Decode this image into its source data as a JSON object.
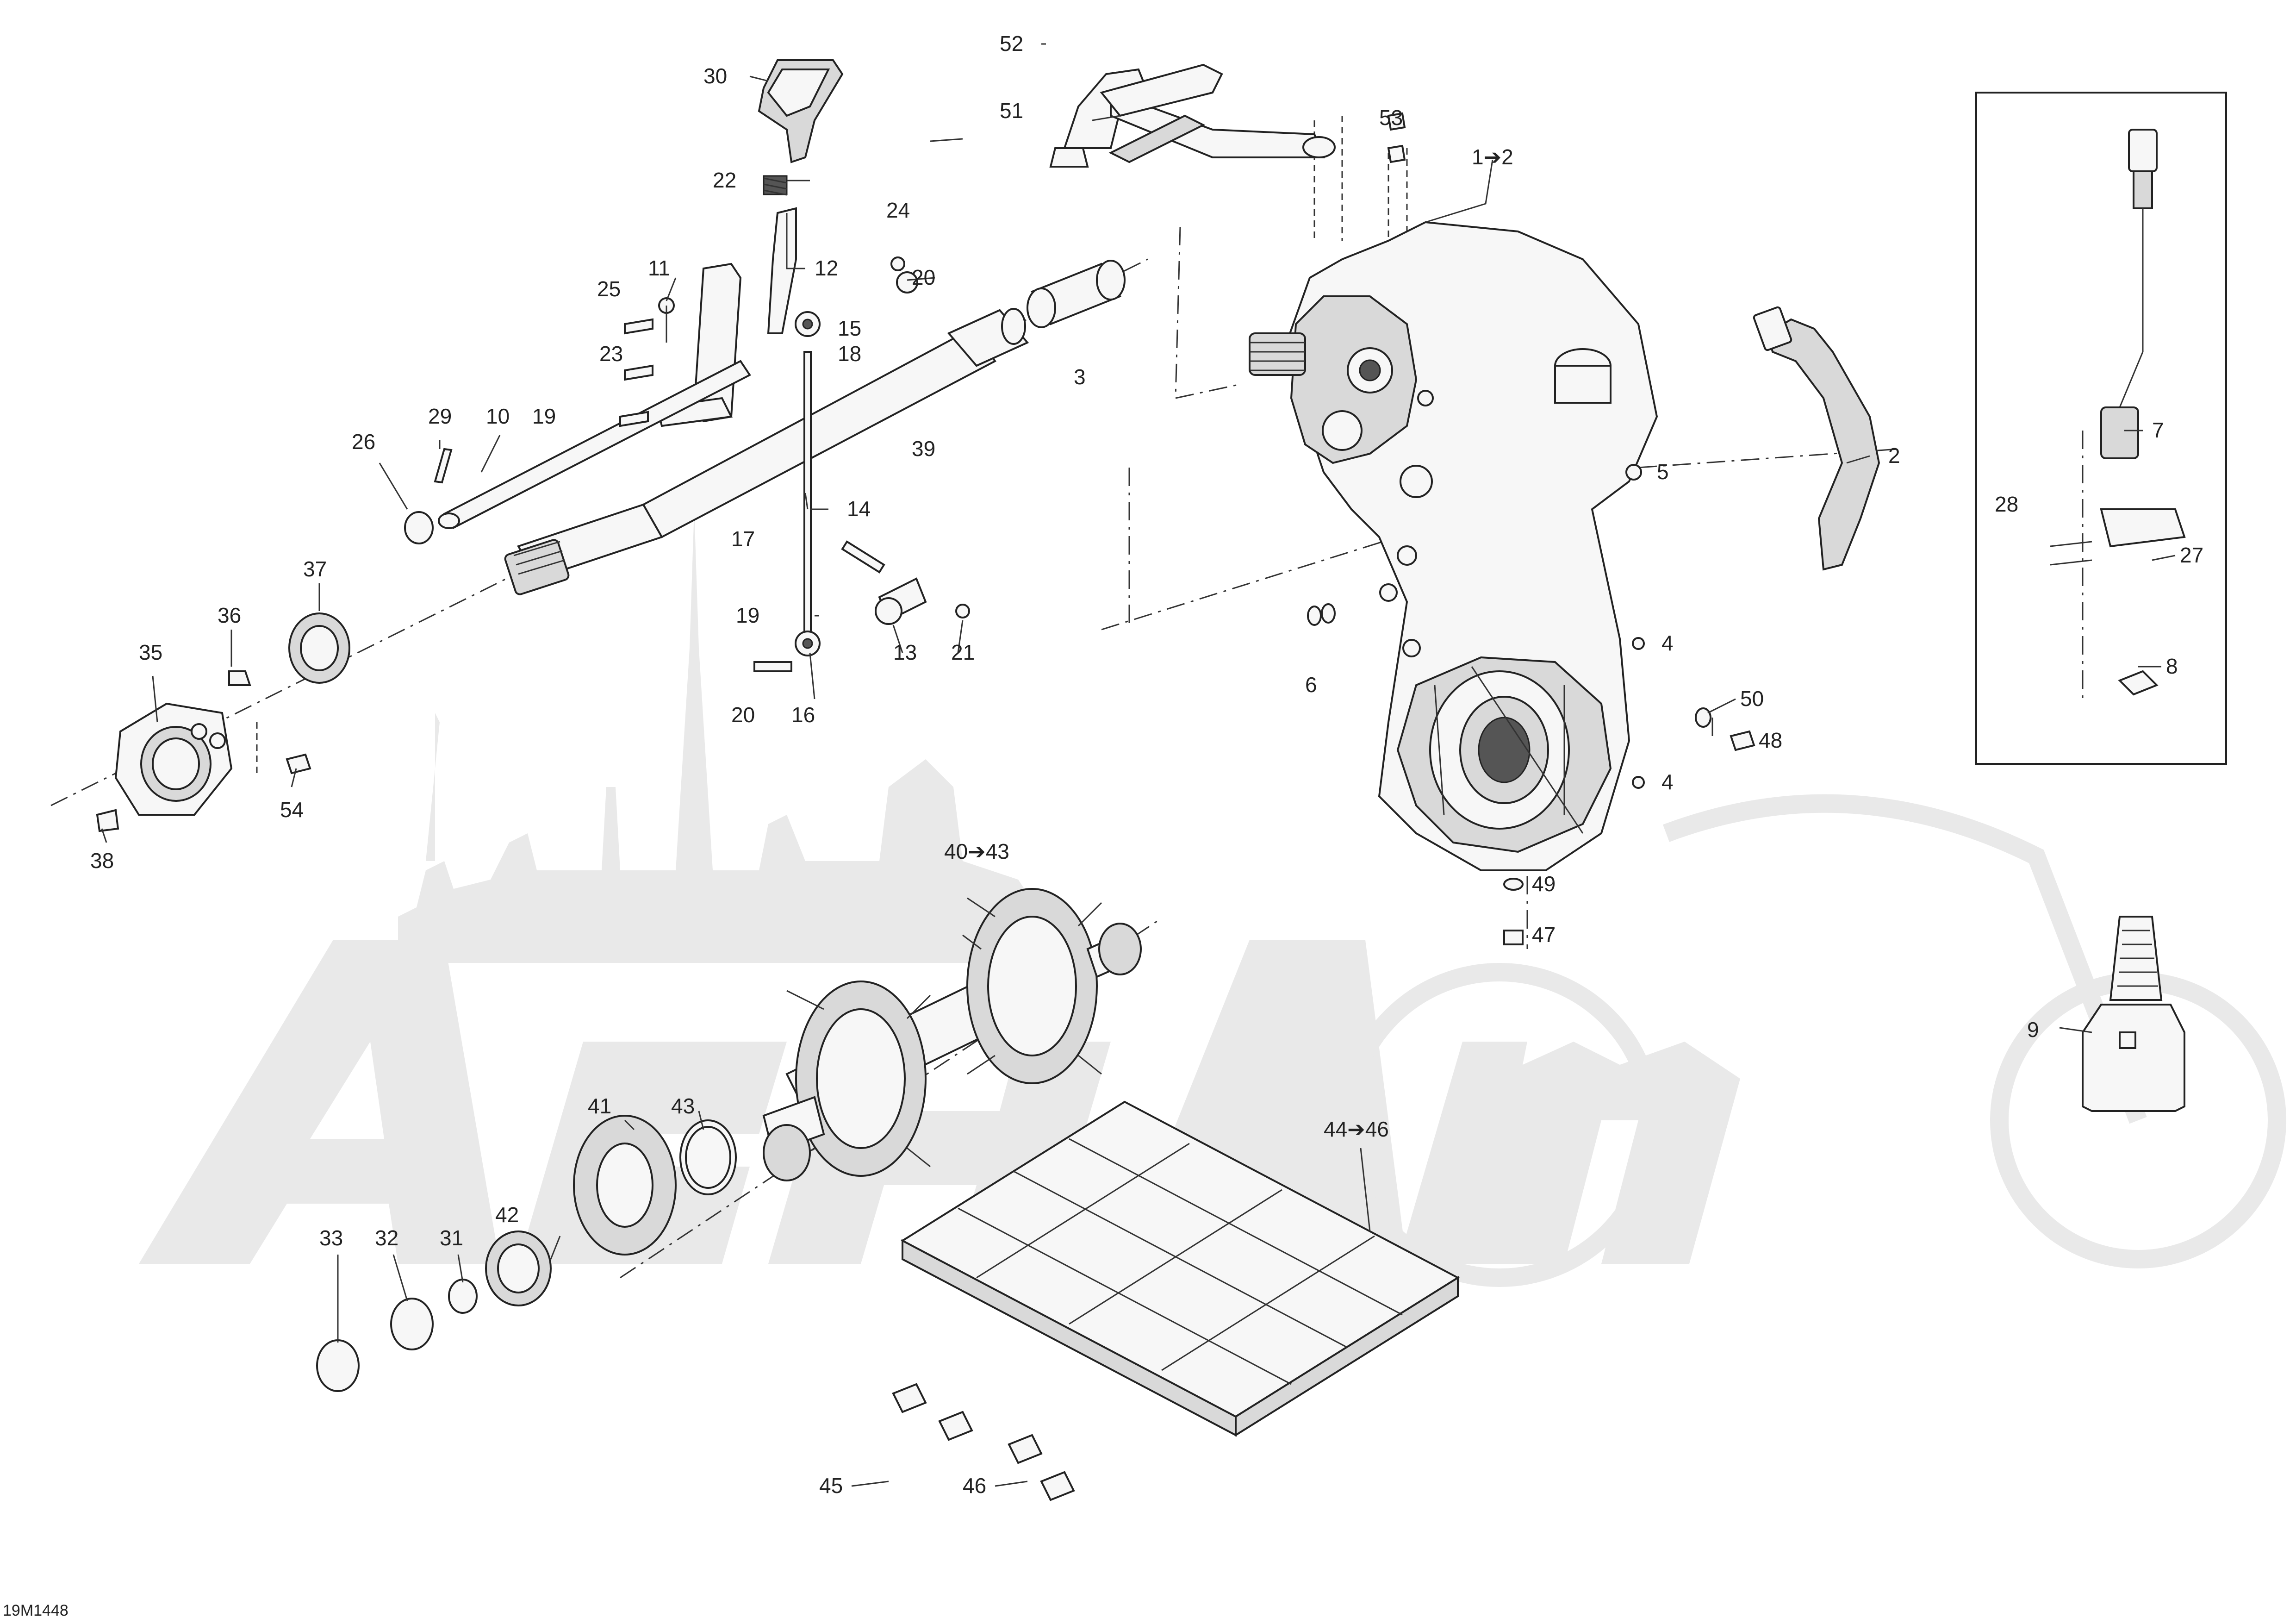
{
  "diagram_code": "19M1448",
  "callouts": {
    "c1": "1➔2",
    "c2": "2",
    "c3": "3",
    "c4a": "4",
    "c4b": "4",
    "c5": "5",
    "c6": "6",
    "c7": "7",
    "c8": "8",
    "c9": "9",
    "c10": "10",
    "c11": "11",
    "c12": "12",
    "c13": "13",
    "c14": "14",
    "c15": "15",
    "c16": "16",
    "c17": "17",
    "c18": "18",
    "c19a": "19",
    "c19b": "19",
    "c20a": "20",
    "c20b": "20",
    "c21": "21",
    "c22": "22",
    "c23": "23",
    "c24": "24",
    "c25": "25",
    "c26": "26",
    "c27": "27",
    "c28": "28",
    "c29": "29",
    "c30": "30",
    "c31": "31",
    "c32": "32",
    "c33": "33",
    "c35": "35",
    "c36": "36",
    "c37": "37",
    "c38": "38",
    "c39": "39",
    "c40": "40➔43",
    "c41": "41",
    "c42": "42",
    "c43": "43",
    "c44": "44➔46",
    "c45": "45",
    "c46": "46",
    "c47": "47",
    "c48": "48",
    "c49": "49",
    "c50": "50",
    "c51": "51",
    "c52": "52",
    "c53": "53",
    "c54": "54"
  },
  "colors": {
    "line": "#222222",
    "watermark": "#e9e9e9",
    "background": "#ffffff"
  }
}
